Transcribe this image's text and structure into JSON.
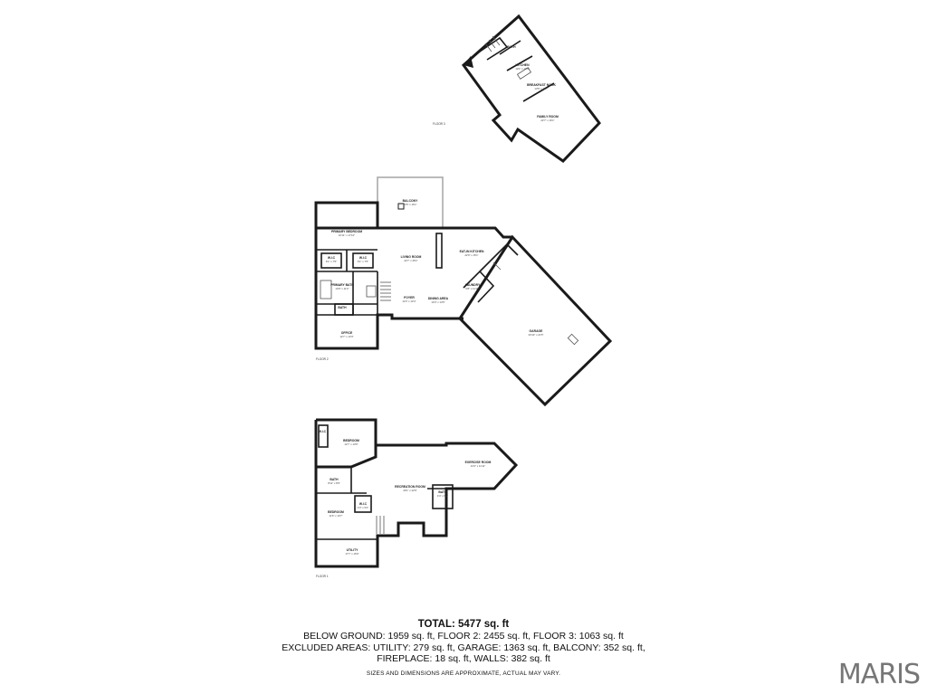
{
  "floors": {
    "floor3": {
      "label": "FLOOR 3",
      "rooms": {
        "bath": {
          "name": "BATH",
          "dims": ""
        },
        "kitchen": {
          "name": "KITCHEN",
          "dims": "10'1\" x 13'4\""
        },
        "breakfast": {
          "name": "BREAKFAST NOOK",
          "dims": "13'5\" x 11'7\""
        },
        "family": {
          "name": "FAMILY ROOM",
          "dims": "22'7\" x 16'1\""
        }
      }
    },
    "floor2": {
      "label": "FLOOR 2",
      "rooms": {
        "balcony": {
          "name": "BALCONY",
          "dims": "22'5\" x 16'1\""
        },
        "primary": {
          "name": "PRIMARY BEDROOM",
          "dims": "16'11\" x 17'10\""
        },
        "living": {
          "name": "LIVING ROOM",
          "dims": "22'7\" x 25'1\""
        },
        "eatin": {
          "name": "EAT-IN KITCHEN",
          "dims": "22'9\" x 15'1\""
        },
        "wic1": {
          "name": "W.I.C",
          "dims": "6'1\" x 7'5\""
        },
        "wic2": {
          "name": "W.I.C",
          "dims": "6'1\" x 7'5\""
        },
        "primarybath": {
          "name": "PRIMARY BATH",
          "dims": "10'9\" x 11'2\""
        },
        "foyer": {
          "name": "FOYER",
          "dims": "11'6\" x 13'4\""
        },
        "dining": {
          "name": "DINING AREA",
          "dims": "13'3\" x 14'5\""
        },
        "laundry": {
          "name": "LAUNDRY",
          "dims": "6'8\" x 11'10\""
        },
        "bath": {
          "name": "BATH",
          "dims": ""
        },
        "office": {
          "name": "OFFICE",
          "dims": "12'7\" x 13'3\""
        },
        "garage": {
          "name": "GARAGE",
          "dims": "33'10\" x 21'5\""
        }
      }
    },
    "floor1": {
      "label": "FLOOR 1",
      "rooms": {
        "bedroom1": {
          "name": "BEDROOM",
          "dims": "12'7\" x 13'6\""
        },
        "exercise": {
          "name": "EXERCISE ROOM",
          "dims": "13'4\" x 11'11\""
        },
        "bath1": {
          "name": "BATH",
          "dims": "8'11\" x 8'9\""
        },
        "recreation": {
          "name": "RECREATION ROOM",
          "dims": "29'1\" x 22'9\""
        },
        "bath2": {
          "name": "BATH",
          "dims": "4'4\" x 8'1\""
        },
        "bedroom2": {
          "name": "BEDROOM",
          "dims": "11'6\" x 13'7\""
        },
        "wic": {
          "name": "W.I.C",
          "dims": "4'3\" x 5'2\""
        },
        "closet": {
          "name": "W.I.C",
          "dims": ""
        },
        "utility": {
          "name": "UTILITY",
          "dims": "17'7\" x 15'0\""
        }
      }
    }
  },
  "summary": {
    "total": "TOTAL: 5477 sq. ft",
    "line1": "BELOW GROUND: 1959 sq. ft, FLOOR 2: 2455 sq. ft, FLOOR 3: 1063 sq. ft",
    "line2": "EXCLUDED AREAS: UTILITY: 279 sq. ft, GARAGE: 1363 sq. ft, BALCONY: 352 sq. ft,",
    "line3": "FIREPLACE: 18 sq. ft, WALLS: 382 sq. ft",
    "note": "SIZES AND DIMENSIONS ARE APPROXIMATE, ACTUAL MAY VARY."
  },
  "brand": "MARIS"
}
